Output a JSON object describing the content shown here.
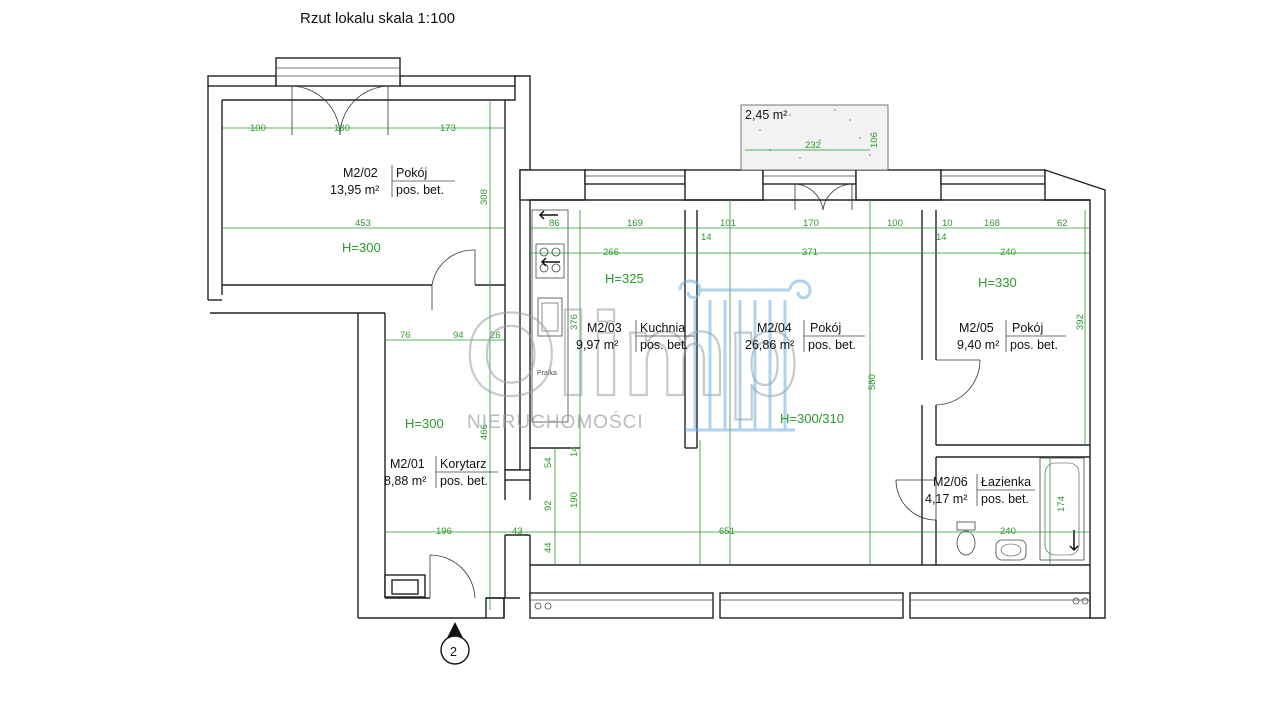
{
  "title": "Rzut lokalu skala 1:100",
  "rooms": {
    "m202": {
      "code": "M2/02",
      "name": "Pokój",
      "area": "13,95 m²",
      "floor": "pos. bet."
    },
    "m203": {
      "code": "M2/03",
      "name": "Kuchnia",
      "area": "9,97 m²",
      "floor": "pos. bet."
    },
    "m204": {
      "code": "M2/04",
      "name": "Pokój",
      "area": "26,86 m²",
      "floor": "pos. bet."
    },
    "m205": {
      "code": "M2/05",
      "name": "Pokój",
      "area": "9,40 m²",
      "floor": "pos. bet."
    },
    "m201": {
      "code": "M2/01",
      "name": "Korytarz",
      "area": "8,88 m²",
      "floor": "pos. bet."
    },
    "m206": {
      "code": "M2/06",
      "name": "Łazienka",
      "area": "4,17 m²",
      "floor": "pos. bet."
    }
  },
  "heights": {
    "m202": "H=300",
    "m203": "H=325",
    "m204": "H=300/310",
    "m205": "H=330",
    "m201": "H=300"
  },
  "balcony": {
    "area": "2,45 m²",
    "width": "232",
    "depth": "106"
  },
  "dims": {
    "d100a": "100",
    "d180": "180",
    "d173": "173",
    "d308": "308",
    "d453": "453",
    "d86": "86",
    "d169": "169",
    "d101": "101",
    "d170": "170",
    "d100b": "100",
    "d10": "10",
    "d168": "168",
    "d62": "62",
    "d266": "266",
    "d371": "371",
    "d240a": "240",
    "d14a": "14",
    "d14b": "14",
    "d376": "376",
    "d392": "392",
    "d580": "580",
    "d76": "76",
    "d94": "94",
    "d26": "26",
    "d466": "466",
    "d54": "54",
    "d14c": "14",
    "d92": "92",
    "d190": "190",
    "d44": "44",
    "d196": "196",
    "d43": "43",
    "d651": "651",
    "d240b": "240",
    "d174": "174"
  },
  "labels": {
    "washer": "Pralka",
    "entrance": "2"
  },
  "watermark": {
    "brand": "Olimp",
    "sub": "NIERUCHOMOŚCI"
  }
}
